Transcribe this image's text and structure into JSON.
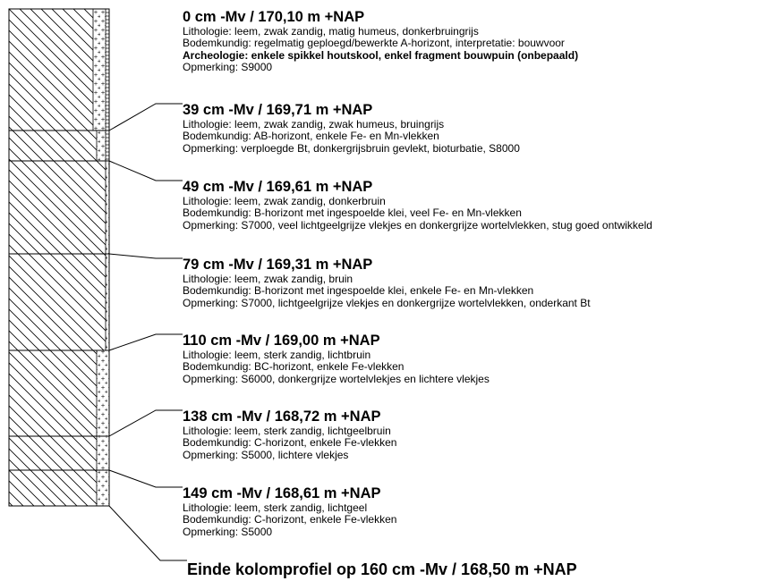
{
  "layers": [
    {
      "heading": "0 cm -Mv / 170,10 m +NAP",
      "lines": [
        {
          "text": "Lithologie: leem, zwak zandig, matig humeus, donkerbruingrijs"
        },
        {
          "text": "Bodemkundig: regelmatig geploegd/bewerkte A-horizont, interpretatie: bouwvoor"
        },
        {
          "text": "Archeologie: enkele spikkel houtskool, enkel fragment bouwpuin (onbepaald)",
          "bold": true
        },
        {
          "text": "Opmerking: S9000"
        }
      ]
    },
    {
      "heading": "39 cm -Mv / 169,71 m +NAP",
      "lines": [
        {
          "text": "Lithologie: leem, zwak zandig, zwak humeus, bruingrijs"
        },
        {
          "text": "Bodemkundig: AB-horizont, enkele Fe- en Mn-vlekken"
        },
        {
          "text": "Opmerking: verploegde Bt, donkergrijsbruin gevlekt, bioturbatie, S8000"
        }
      ]
    },
    {
      "heading": "49 cm -Mv / 169,61 m +NAP",
      "lines": [
        {
          "text": "Lithologie: leem, zwak zandig, donkerbruin"
        },
        {
          "text": "Bodemkundig: B-horizont met ingespoelde klei, veel Fe- en Mn-vlekken"
        },
        {
          "text": "Opmerking: S7000, veel lichtgeelgrijze vlekjes en donkergrijze wortelvlekken, stug goed ontwikkeld"
        }
      ]
    },
    {
      "heading": "79 cm -Mv / 169,31 m +NAP",
      "lines": [
        {
          "text": "Lithologie: leem, zwak zandig, bruin"
        },
        {
          "text": "Bodemkundig: B-horizont met ingespoelde klei, enkele Fe- en Mn-vlekken"
        },
        {
          "text": "Opmerking: S7000, lichtgeelgrijze vlekjes en donkergrijze wortelvlekken, onderkant Bt"
        }
      ]
    },
    {
      "heading": "110 cm -Mv / 169,00 m +NAP",
      "lines": [
        {
          "text": "Lithologie: leem, sterk zandig, lichtbruin"
        },
        {
          "text": "Bodemkundig: BC-horizont, enkele Fe-vlekken"
        },
        {
          "text": "Opmerking: S6000, donkergrijze wortelvlekjes en lichtere vlekjes"
        }
      ]
    },
    {
      "heading": "138 cm -Mv / 168,72 m +NAP",
      "lines": [
        {
          "text": "Lithologie: leem, sterk zandig, lichtgeelbruin"
        },
        {
          "text": "Bodemkundig: C-horizont, enkele Fe-vlekken"
        },
        {
          "text": "Opmerking: S5000, lichtere vlekjes"
        }
      ]
    },
    {
      "heading": "149 cm -Mv / 168,61 m +NAP",
      "lines": [
        {
          "text": "Lithologie: leem, sterk zandig, lichtgeel"
        },
        {
          "text": "Bodemkundig: C-horizont, enkele Fe-vlekken"
        },
        {
          "text": "Opmerking: S5000"
        }
      ]
    }
  ],
  "end_note": "Einde kolomprofiel op 160 cm -Mv / 168,50 m +NAP"
}
